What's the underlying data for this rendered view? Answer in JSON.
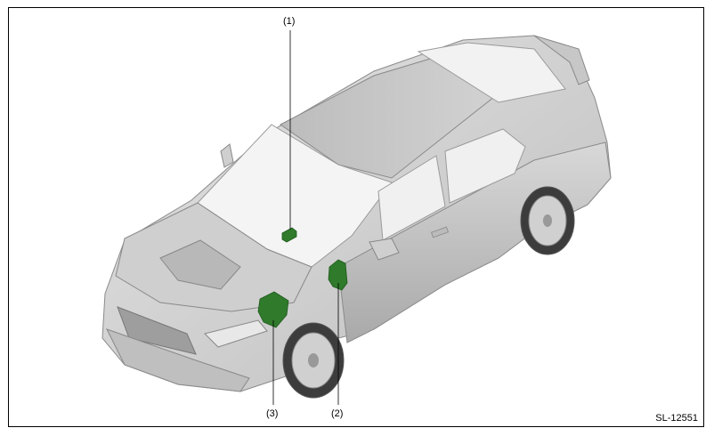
{
  "figure": {
    "figure_id": "SL-12551",
    "callouts": [
      {
        "id": "1",
        "label": "(1)"
      },
      {
        "id": "2",
        "label": "(2)"
      },
      {
        "id": "3",
        "label": "(3)"
      }
    ],
    "colors": {
      "component": "#2f7a2b",
      "component_dark": "#1f5a1c",
      "body": "#d6d6d6",
      "body_shadow": "#b5b5b5",
      "glass": "#ececec",
      "outline": "#8a8a8a"
    }
  }
}
